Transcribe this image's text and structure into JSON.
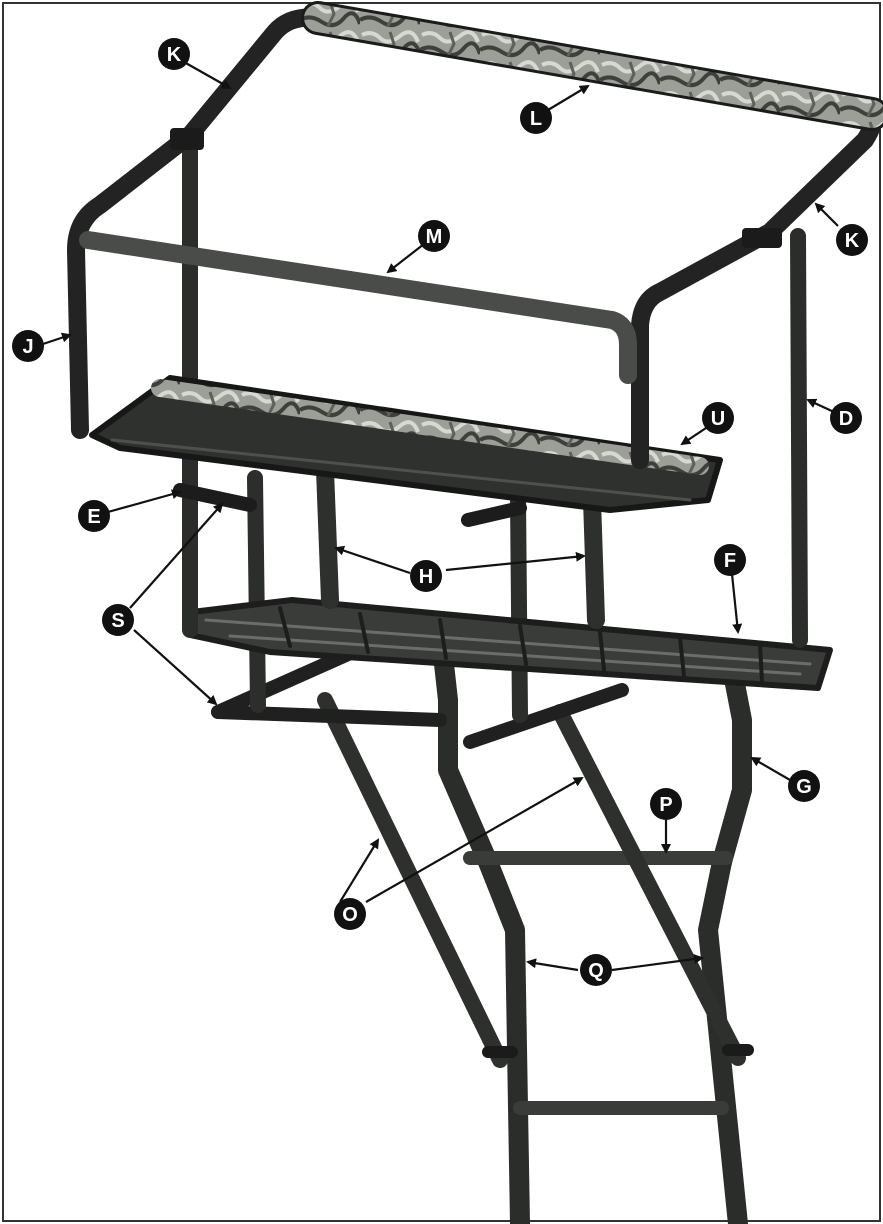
{
  "colors": {
    "frame": "#2b2d2b",
    "frame_highlight": "#5a5d5b",
    "frame_shadow": "#151615",
    "padding": "#8a8c88",
    "camo_light": "#b8bab4",
    "camo_dark": "#3a3c38",
    "label_fill": "#111111",
    "label_text": "#ffffff",
    "border": "#333333"
  },
  "labels": [
    {
      "id": "K1",
      "letter": "K"
    },
    {
      "id": "L",
      "letter": "L"
    },
    {
      "id": "K2",
      "letter": "K"
    },
    {
      "id": "M",
      "letter": "M"
    },
    {
      "id": "J",
      "letter": "J"
    },
    {
      "id": "D",
      "letter": "D"
    },
    {
      "id": "U",
      "letter": "U"
    },
    {
      "id": "E",
      "letter": "E"
    },
    {
      "id": "F",
      "letter": "F"
    },
    {
      "id": "H",
      "letter": "H"
    },
    {
      "id": "S",
      "letter": "S"
    },
    {
      "id": "G",
      "letter": "G"
    },
    {
      "id": "P",
      "letter": "P"
    },
    {
      "id": "O",
      "letter": "O"
    },
    {
      "id": "Q",
      "letter": "Q"
    }
  ]
}
